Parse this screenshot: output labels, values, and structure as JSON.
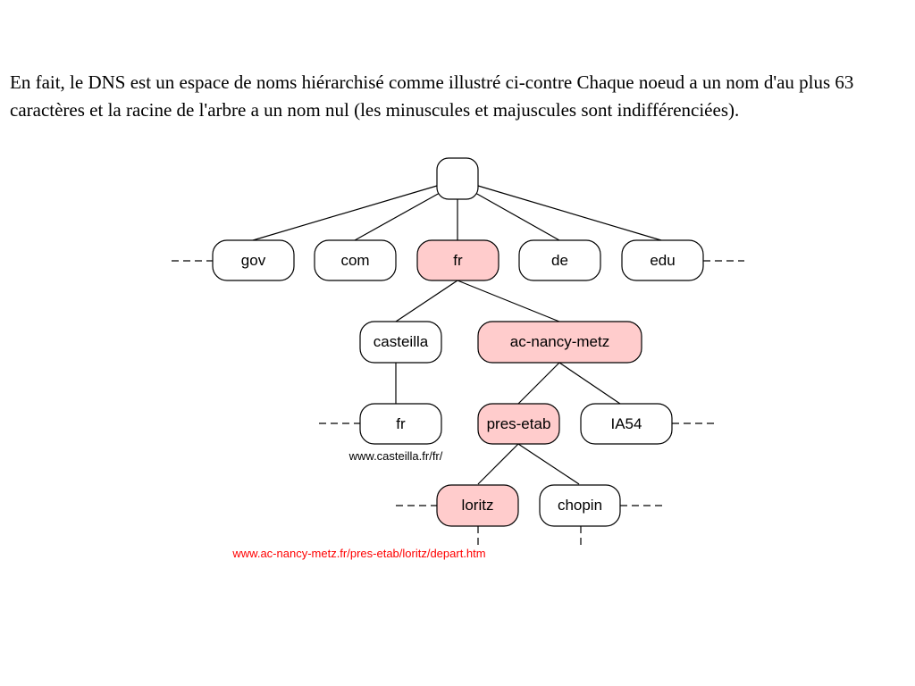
{
  "intro": {
    "text": "En fait, le DNS est un espace de noms hiérarchisé comme illustré ci-contre Chaque noeud a un nom d'au plus 63 caractères et la racine de l'arbre a un nom nul (les minuscules et majuscules sont indifférenciées)."
  },
  "colors": {
    "highlight_fill": "#ffcccc",
    "normal_fill": "#ffffff",
    "stroke": "#000000",
    "url_black": "#000000",
    "url_red": "#ff0000"
  },
  "tree": {
    "root": {
      "label": ""
    },
    "tld": {
      "gov": "gov",
      "com": "com",
      "fr": "fr",
      "de": "de",
      "edu": "edu"
    },
    "level2": {
      "casteilla": "casteilla",
      "ac_nancy_metz": "ac-nancy-metz"
    },
    "level3": {
      "fr": "fr",
      "pres_etab": "pres-etab",
      "ia54": "IA54"
    },
    "level4": {
      "loritz": "loritz",
      "chopin": "chopin"
    },
    "highlighted": [
      "fr",
      "ac-nancy-metz",
      "pres-etab",
      "loritz"
    ]
  },
  "urls": {
    "casteilla": "www.casteilla.fr/fr/",
    "loritz": "www.ac-nancy-metz.fr/pres-etab/loritz/depart.htm"
  }
}
